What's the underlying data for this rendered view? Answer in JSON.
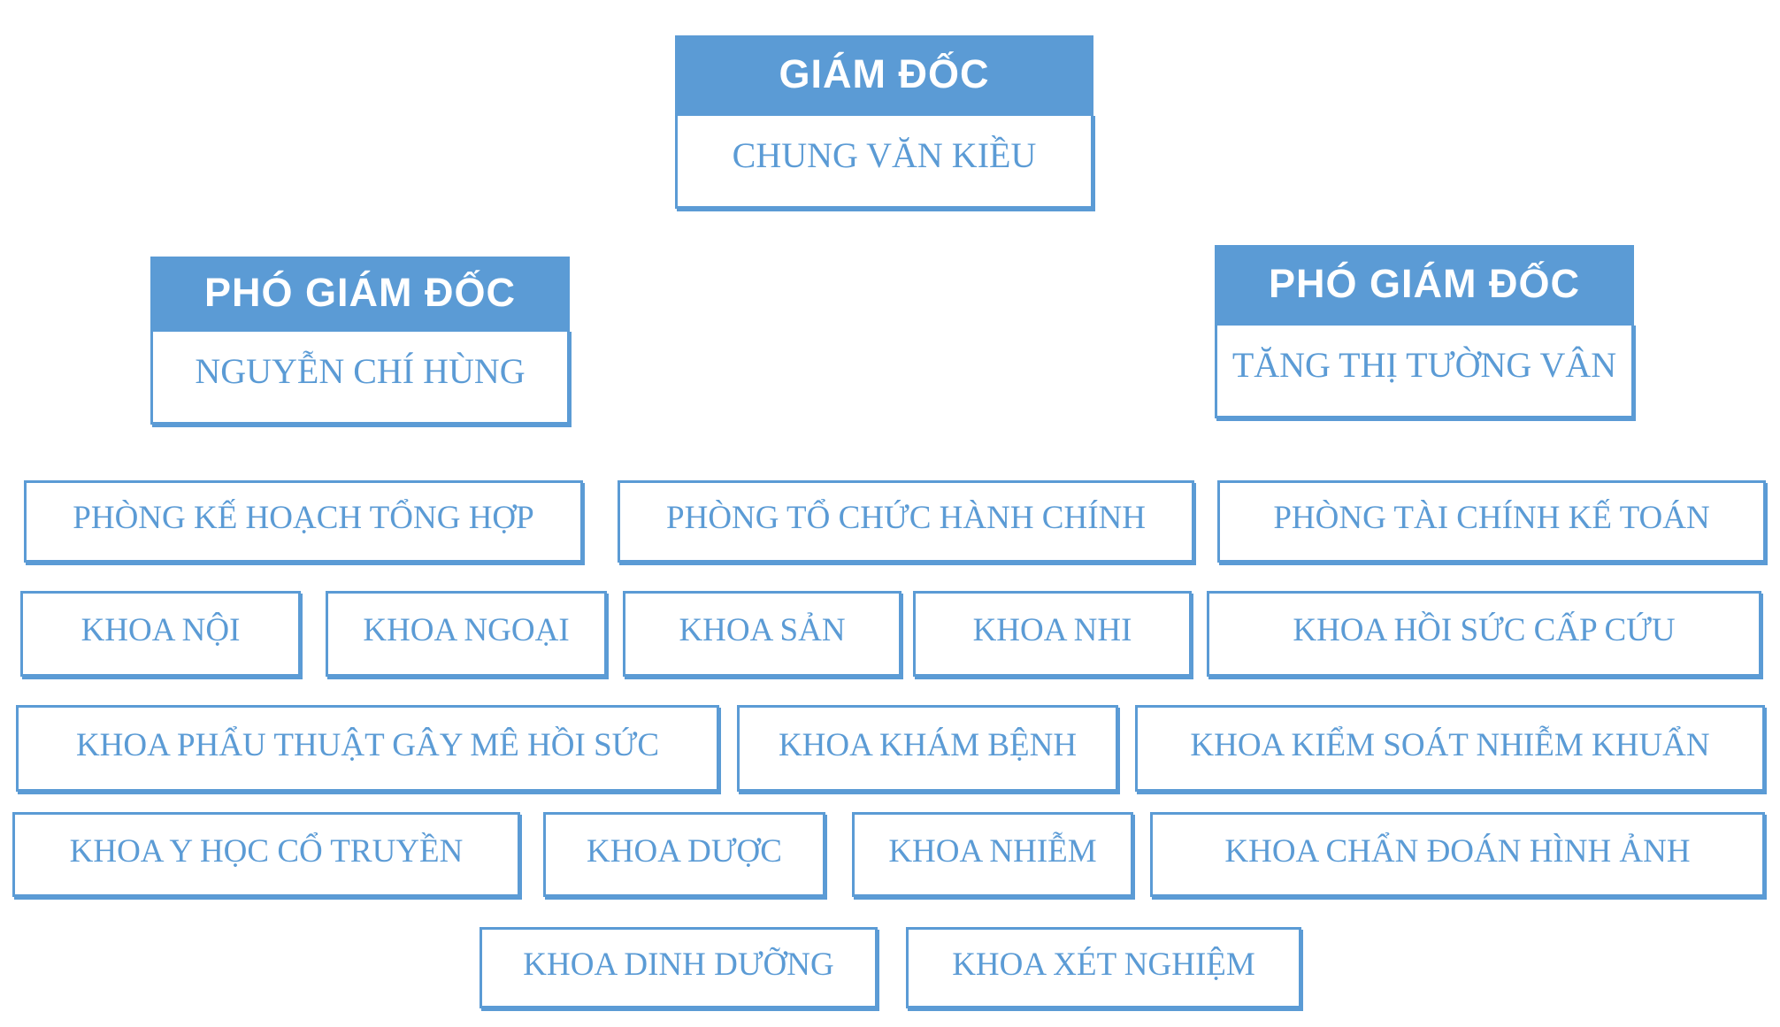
{
  "palette": {
    "accent_blue": "#5b9bd5",
    "box_text_blue": "#5b9bd5",
    "header_text": "#ffffff",
    "background": "#ffffff"
  },
  "director": {
    "title": "GIÁM ĐỐC",
    "name": "CHUNG VĂN KIỀU"
  },
  "deputies": [
    {
      "title": "PHÓ GIÁM ĐỐC",
      "name": "NGUYỄN CHÍ HÙNG"
    },
    {
      "title": "PHÓ GIÁM ĐỐC",
      "name": "TĂNG THỊ TƯỜNG VÂN"
    }
  ],
  "units": [
    {
      "id": "phong-ke-hoach-tong-hop",
      "label": "PHÒNG KẾ HOẠCH TỔNG HỢP"
    },
    {
      "id": "phong-to-chuc-hanh-chinh",
      "label": "PHÒNG TỔ CHỨC HÀNH CHÍNH"
    },
    {
      "id": "phong-tai-chinh-ke-toan",
      "label": "PHÒNG TÀI CHÍNH KẾ TOÁN"
    },
    {
      "id": "khoa-noi",
      "label": "KHOA NỘI"
    },
    {
      "id": "khoa-ngoai",
      "label": "KHOA NGOẠI"
    },
    {
      "id": "khoa-san",
      "label": "KHOA SẢN"
    },
    {
      "id": "khoa-nhi",
      "label": "KHOA NHI"
    },
    {
      "id": "khoa-hoi-suc-cap-cuu",
      "label": "KHOA HỒI SỨC CẤP CỨU"
    },
    {
      "id": "khoa-phau-thuat-gay-me-hoi-suc",
      "label": "KHOA PHẨU THUẬT GÂY MÊ HỒI SỨC"
    },
    {
      "id": "khoa-kham-benh",
      "label": "KHOA KHÁM BỆNH"
    },
    {
      "id": "khoa-kiem-soat-nhiem-khuan",
      "label": "KHOA KIỂM SOÁT NHIỄM KHUẨN"
    },
    {
      "id": "khoa-y-hoc-co-truyen",
      "label": "KHOA Y HỌC CỔ TRUYỀN"
    },
    {
      "id": "khoa-duoc",
      "label": "KHOA DƯỢC"
    },
    {
      "id": "khoa-nhiem",
      "label": "KHOA NHIỄM"
    },
    {
      "id": "khoa-chan-doan-hinh-anh",
      "label": "KHOA CHẨN ĐOÁN HÌNH ẢNH"
    },
    {
      "id": "khoa-dinh-duong",
      "label": "KHOA DINH DƯỠNG"
    },
    {
      "id": "khoa-xet-nghiem",
      "label": "KHOA XÉT NGHIỆM"
    }
  ]
}
